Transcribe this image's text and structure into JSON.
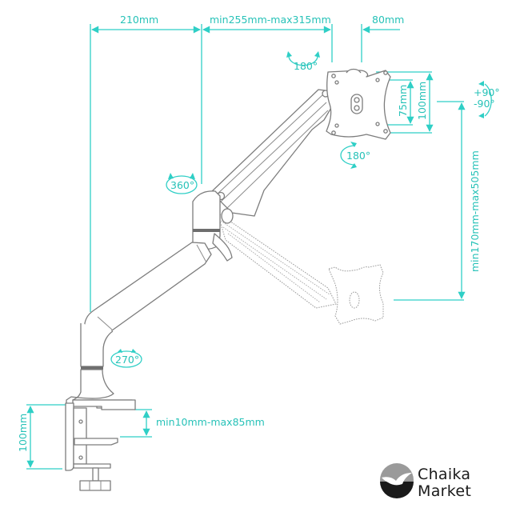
{
  "diagram": {
    "subject": "Gas spring single monitor arm with desk clamp",
    "dimensions": {
      "arm_reach_lower": "210mm",
      "arm_reach_upper": "min255mm-max315mm",
      "head_offset": "80mm",
      "vesa_small": "75mm",
      "vesa_large": "100mm",
      "height_range": "min170mm-max505mm",
      "clamp_height": "100mm",
      "desk_thickness": "min10mm-max85mm"
    },
    "rotations": {
      "head_swivel": "180°",
      "head_tilt": "180°",
      "screen_rotation_plus": "+90°",
      "screen_rotation_minus": "-90°",
      "elbow": "360°",
      "base": "270°"
    },
    "colors": {
      "annotation": "#2fcfc6",
      "outline": "#7d7d7d"
    }
  },
  "logo": {
    "line1": "Chaika",
    "line2": "Market",
    "icon": "seagull-icon"
  }
}
